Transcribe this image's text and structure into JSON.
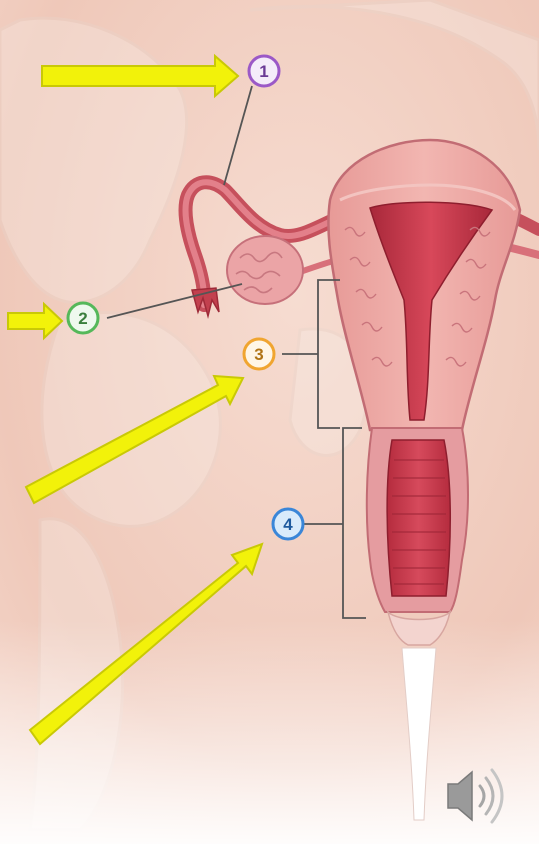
{
  "diagram": {
    "colors": {
      "background": "#f3d2c6",
      "arrow": "#f2f20a",
      "arrow_outline": "#c9c906",
      "leader_line": "#555555",
      "speaker": "#9a9a9a"
    },
    "callouts": [
      {
        "id": "1",
        "number": "1",
        "ring_color": "#9b59c7",
        "fill": "#f4ecfa",
        "text_color": "#6a3a96"
      },
      {
        "id": "2",
        "number": "2",
        "ring_color": "#55b85a",
        "fill": "#eef9ee",
        "text_color": "#3a7f3d"
      },
      {
        "id": "3",
        "number": "3",
        "ring_color": "#f0a530",
        "fill": "#fff6e6",
        "text_color": "#b07414"
      },
      {
        "id": "4",
        "number": "4",
        "ring_color": "#3a86d8",
        "fill": "#d9ebfb",
        "text_color": "#1e5a9e"
      }
    ],
    "icons": [
      "speaker-icon"
    ]
  }
}
